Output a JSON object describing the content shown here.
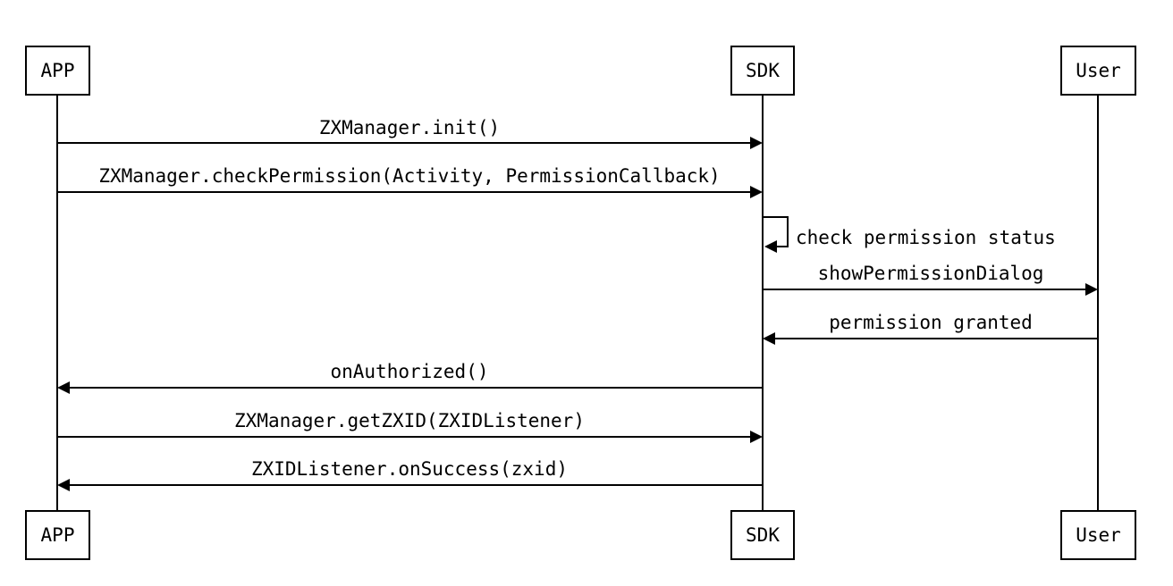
{
  "participants": {
    "app": {
      "label": "APP"
    },
    "sdk": {
      "label": "SDK"
    },
    "user": {
      "label": "User"
    }
  },
  "messages": [
    {
      "from": "app",
      "to": "sdk",
      "label": "ZXManager.init()"
    },
    {
      "from": "app",
      "to": "sdk",
      "label": "ZXManager.checkPermission(Activity, PermissionCallback)"
    },
    {
      "from": "sdk",
      "to": "sdk",
      "label": "check permission status"
    },
    {
      "from": "sdk",
      "to": "user",
      "label": "showPermissionDialog"
    },
    {
      "from": "user",
      "to": "sdk",
      "label": "permission granted"
    },
    {
      "from": "sdk",
      "to": "app",
      "label": "onAuthorized()"
    },
    {
      "from": "app",
      "to": "sdk",
      "label": "ZXManager.getZXID(ZXIDListener)"
    },
    {
      "from": "sdk",
      "to": "app",
      "label": "ZXIDListener.onSuccess(zxid)"
    }
  ]
}
